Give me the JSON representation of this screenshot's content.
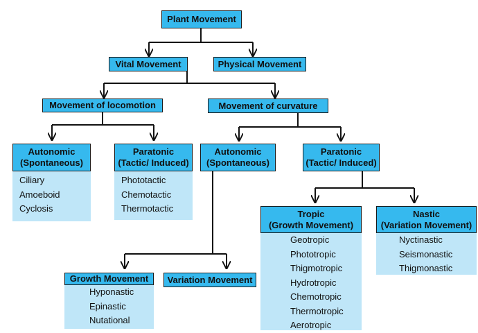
{
  "root": {
    "label": "Plant Movement"
  },
  "vital": {
    "label": "Vital Movement"
  },
  "physical": {
    "label": "Physical Movement"
  },
  "locomotion": {
    "label": "Movement of locomotion",
    "autonomic": {
      "line1": "Autonomic",
      "line2": "(Spontaneous)",
      "items": [
        "Ciliary",
        "Amoeboid",
        "Cyclosis"
      ]
    },
    "paratonic": {
      "line1": "Paratonic",
      "line2": "(Tactic/ Induced)",
      "items": [
        "Phototactic",
        "Chemotactic",
        "Thermotactic"
      ]
    }
  },
  "curvature": {
    "label": "Movement of curvature",
    "autonomic": {
      "line1": "Autonomic",
      "line2": "(Spontaneous)",
      "growth": {
        "label": "Growth Movement",
        "items": [
          "Hyponastic",
          "Epinastic",
          "Nutational"
        ]
      },
      "variation": {
        "label": "Variation Movement"
      }
    },
    "paratonic": {
      "line1": "Paratonic",
      "line2": "(Tactic/ Induced)",
      "tropic": {
        "line1": "Tropic",
        "line2": "(Growth Movement)",
        "items": [
          "Geotropic",
          "Phototropic",
          "Thigmotropic",
          "Hydrotropic",
          "Chemotropic",
          "Thermotropic",
          "Aerotropic"
        ]
      },
      "nastic": {
        "line1": "Nastic",
        "line2": "(Variation Movement)",
        "items": [
          "Nyctinastic",
          "Seismonastic",
          "Thigmonastic"
        ]
      }
    }
  },
  "colors": {
    "header_fill": "#36b9ee",
    "body_fill": "#bfe6f8",
    "connector": "#111111"
  }
}
